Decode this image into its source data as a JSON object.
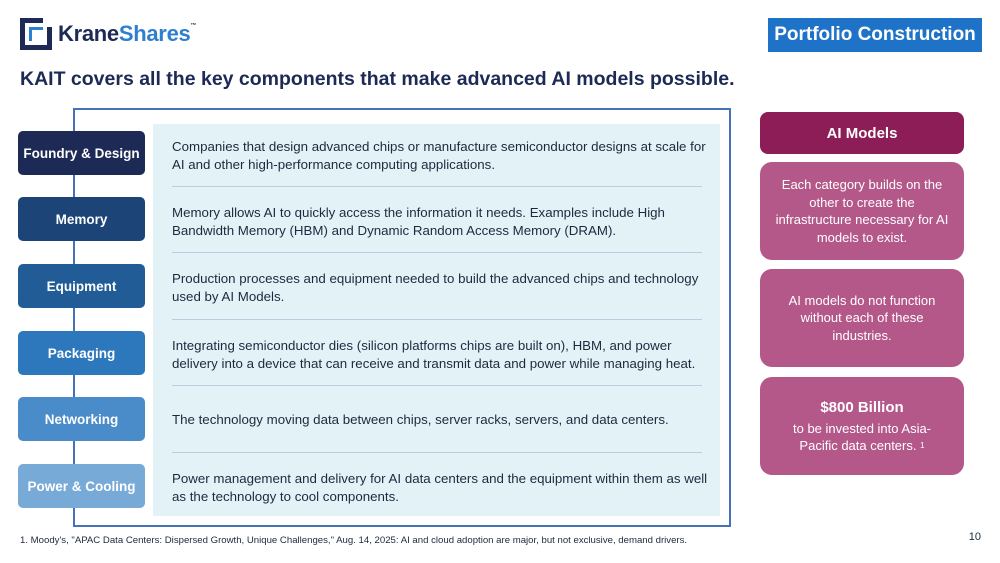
{
  "logo": {
    "part1": "Krane",
    "part2": "Shares",
    "tm": "™"
  },
  "section_tag": "Portfolio Construction",
  "headline": "KAIT covers all the key components that make advanced AI models possible.",
  "categories": [
    {
      "label": "Foundry & Design",
      "color": "#1c2a55",
      "description": "Companies that design advanced chips or manufacture semiconductor designs at scale for AI and other high-performance computing applications."
    },
    {
      "label": "Memory",
      "color": "#1c4477",
      "description": "Memory allows AI to quickly access the information it needs. Examples include High Bandwidth Memory (HBM) and Dynamic Random Access Memory (DRAM)."
    },
    {
      "label": "Equipment",
      "color": "#225c96",
      "description": "Production processes and equipment needed to build the advanced chips and technology used by AI Models."
    },
    {
      "label": "Packaging",
      "color": "#2d77bd",
      "description": "Integrating semiconductor dies (silicon platforms chips are built on), HBM, and power delivery into a device that can receive and transmit data and power while managing heat."
    },
    {
      "label": "Networking",
      "color": "#4a8bc9",
      "description": "The technology moving data between chips, server racks, servers, and data centers."
    },
    {
      "label": "Power & Cooling",
      "color": "#78aad8",
      "description": "Power management and delivery for AI data centers and the equipment within them as well as the technology to cool components."
    }
  ],
  "ai_models": {
    "header": "AI Models",
    "box1": "Each category builds on the other to create the infrastructure necessary for AI models to exist.",
    "box2": "AI models do not function without each of these industries.",
    "box3_amount": "$800 Billion",
    "box3_text": "to be invested into Asia-Pacific data centers.",
    "box3_footnote_ref": "1"
  },
  "footnote": "1. Moody's, \"APAC Data Centers: Dispersed Growth, Unique Challenges,\" Aug. 14, 2025: AI and cloud adoption are major, but not exclusive, demand drivers.",
  "page_number": "10"
}
